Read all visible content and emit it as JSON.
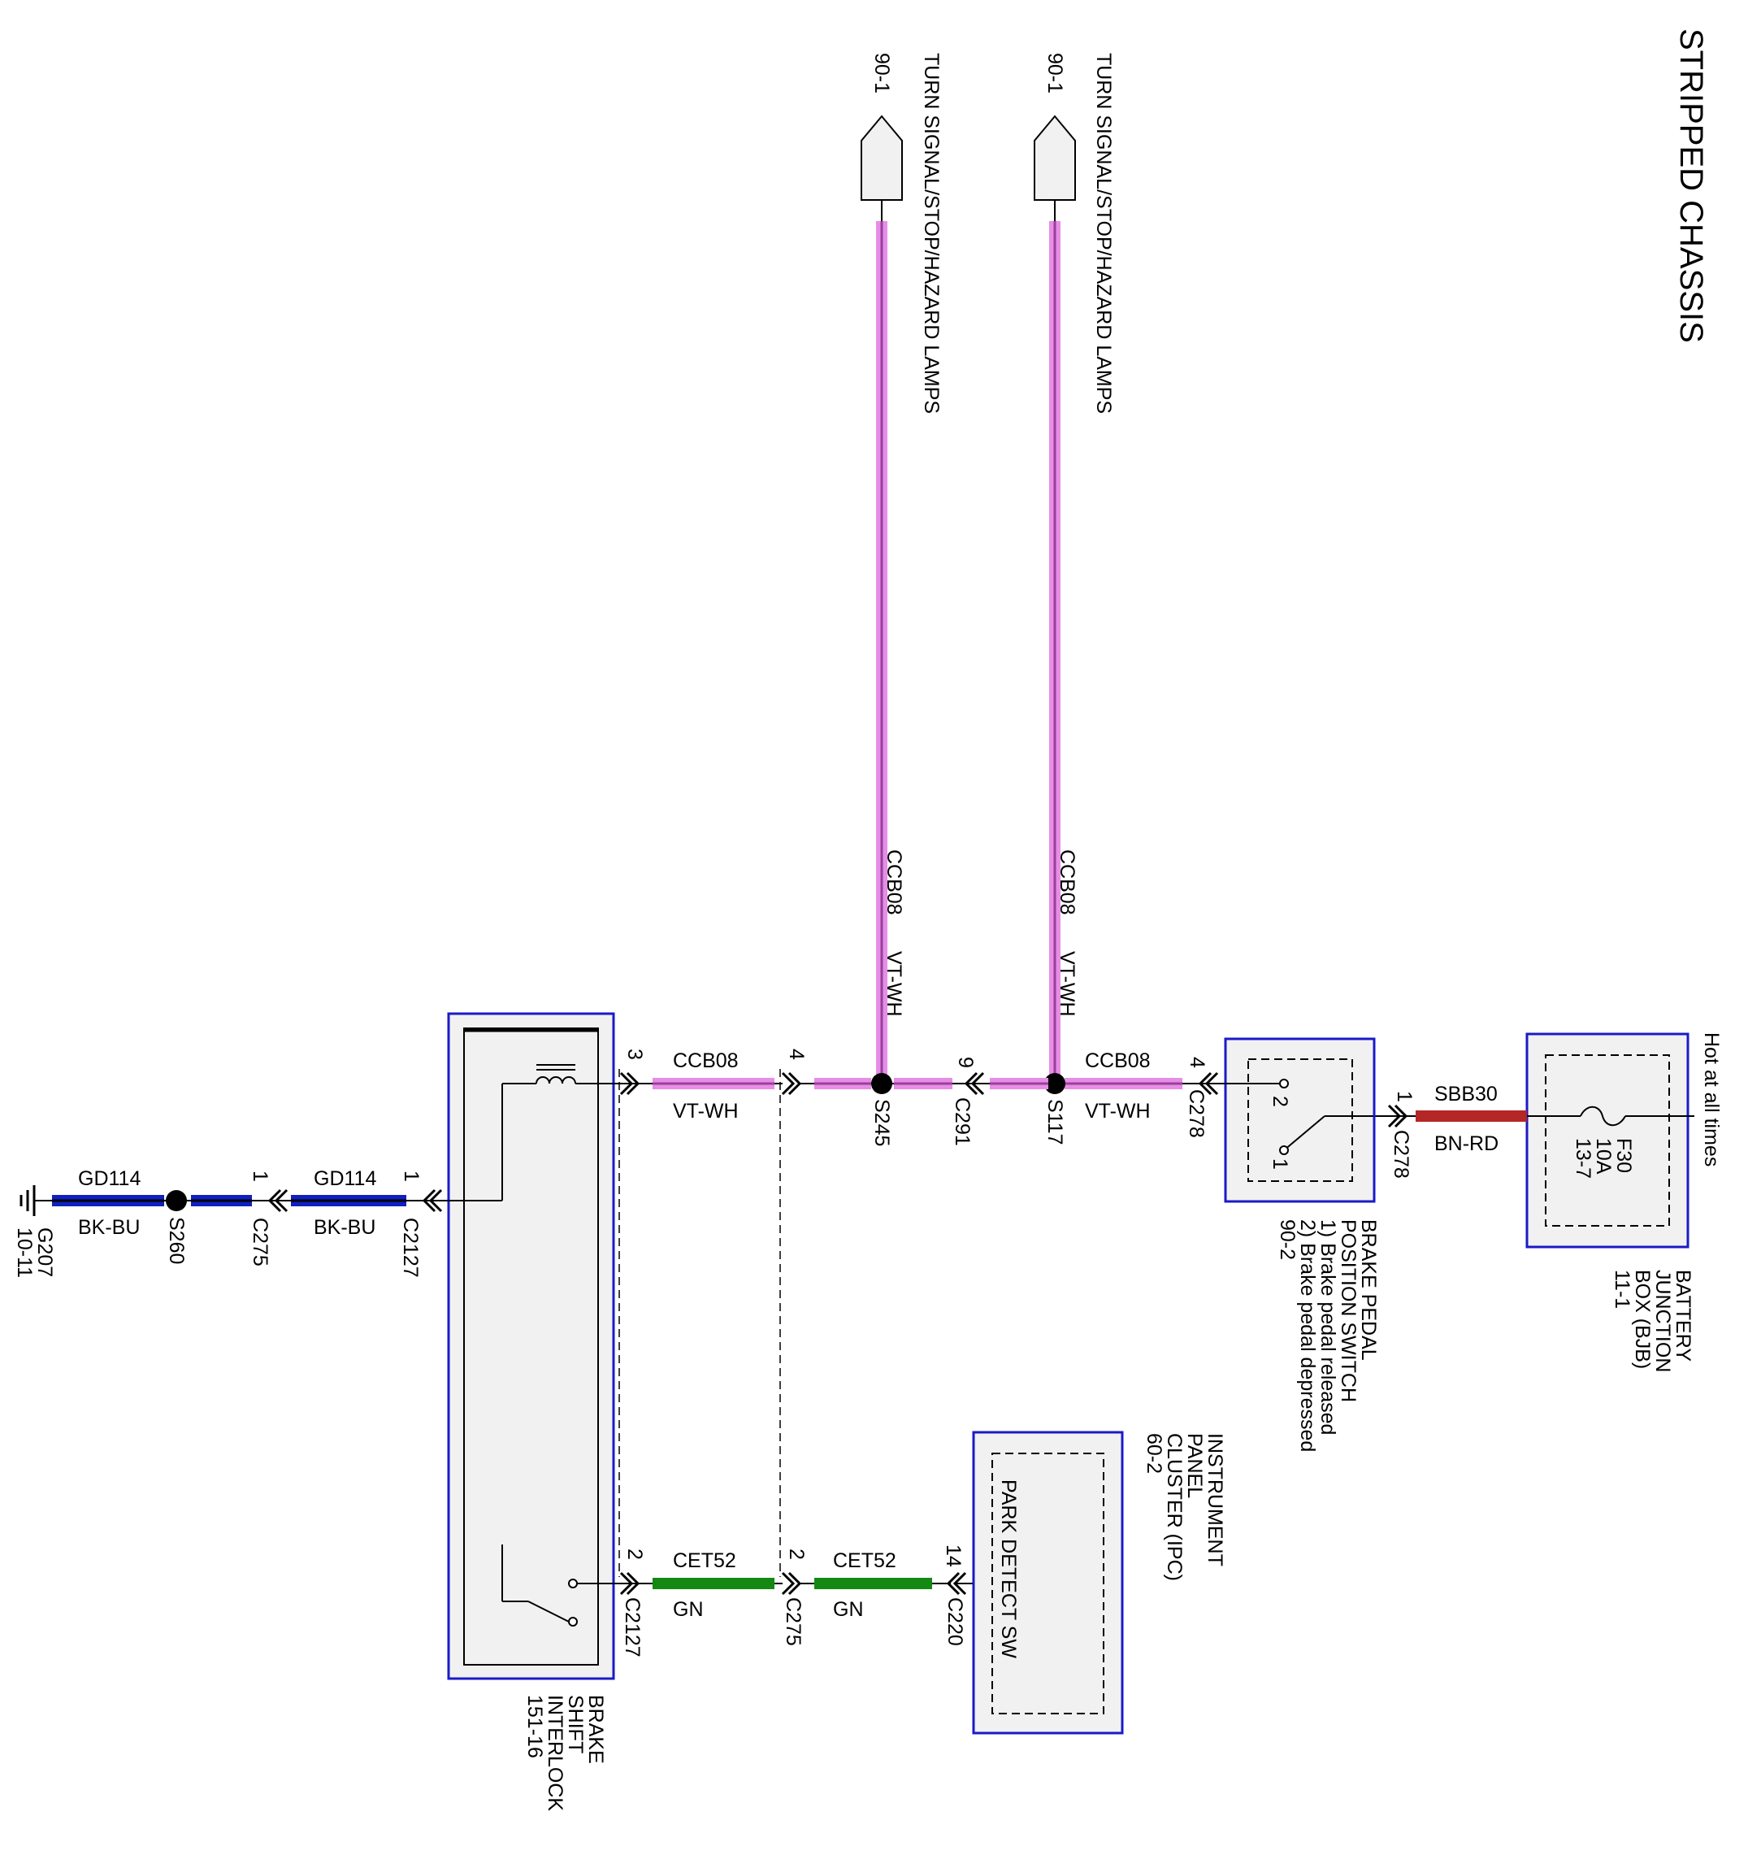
{
  "title": "STRIPPED CHASSIS",
  "colors": {
    "violet_white": "#e68ee6",
    "violet_core": "#9b3f9b",
    "green": "#138913",
    "black_blue": "#1020c0",
    "brown_red": "#b42727",
    "component_border": "#1a1ac8",
    "component_fill": "#f1f1f1"
  },
  "power": {
    "label": "Hot at all times"
  },
  "bjb": {
    "name_lines": [
      "BATTERY",
      "JUNCTION",
      "BOX (BJB)",
      "11-1"
    ],
    "fuse_lines": [
      "F30",
      "10A",
      "13-7"
    ]
  },
  "bpp_switch": {
    "name_lines": [
      "BRAKE PEDAL",
      "POSITION SWITCH",
      "1) Brake pedal released",
      "2) Brake pedal depressed",
      "90-2"
    ],
    "pos1": "1",
    "pos2": "2"
  },
  "ipc": {
    "name_lines": [
      "INSTRUMENT",
      "PANEL",
      "CLUSTER (IPC)",
      "60-2"
    ],
    "inner": "PARK DETECT SW"
  },
  "bsi": {
    "name_lines": [
      "BRAKE",
      "SHIFT",
      "INTERLOCK",
      "151-16"
    ]
  },
  "ground": {
    "id": "G207",
    "ref": "10-11"
  },
  "wires": {
    "sbb30": {
      "circuit": "SBB30",
      "color": "BN-RD"
    },
    "ccb08_a": {
      "circuit": "CCB08",
      "color": "VT-WH"
    },
    "ccb08_b": {
      "circuit": "CCB08",
      "color": "VT-WH"
    },
    "ccb08_up1": {
      "circuit": "CCB08",
      "color": "VT-WH"
    },
    "ccb08_up2": {
      "circuit": "CCB08",
      "color": "VT-WH"
    },
    "cet52_a": {
      "circuit": "CET52",
      "color": "GN"
    },
    "cet52_b": {
      "circuit": "CET52",
      "color": "GN"
    },
    "gd114_a": {
      "circuit": "GD114",
      "color": "BK-BU"
    },
    "gd114_b": {
      "circuit": "GD114",
      "color": "BK-BU"
    }
  },
  "connectors": {
    "c278_in": {
      "pin": "1",
      "id": "C278"
    },
    "c278_out": {
      "pin": "4",
      "id": "C278"
    },
    "c291": {
      "pin": "9",
      "id": "C291"
    },
    "c275_upper": {
      "pin": "4"
    },
    "c2127_upper": {
      "pin": "3"
    },
    "c2127_lower": {
      "pin": "2",
      "id": "C2127"
    },
    "c275_lower": {
      "pin": "2",
      "id": "C275"
    },
    "c220": {
      "pin": "14",
      "id": "C220"
    },
    "c2127_gnd": {
      "pin": "1",
      "id": "C2127"
    },
    "c275_gnd": {
      "pin": "1",
      "id": "C275"
    }
  },
  "splices": {
    "s117": "S117",
    "s245": "S245",
    "s260": "S260"
  },
  "refs": [
    {
      "page": "90-1",
      "label": "TURN SIGNAL/STOP/HAZARD LAMPS"
    },
    {
      "page": "90-1",
      "label": "TURN SIGNAL/STOP/HAZARD LAMPS"
    }
  ]
}
